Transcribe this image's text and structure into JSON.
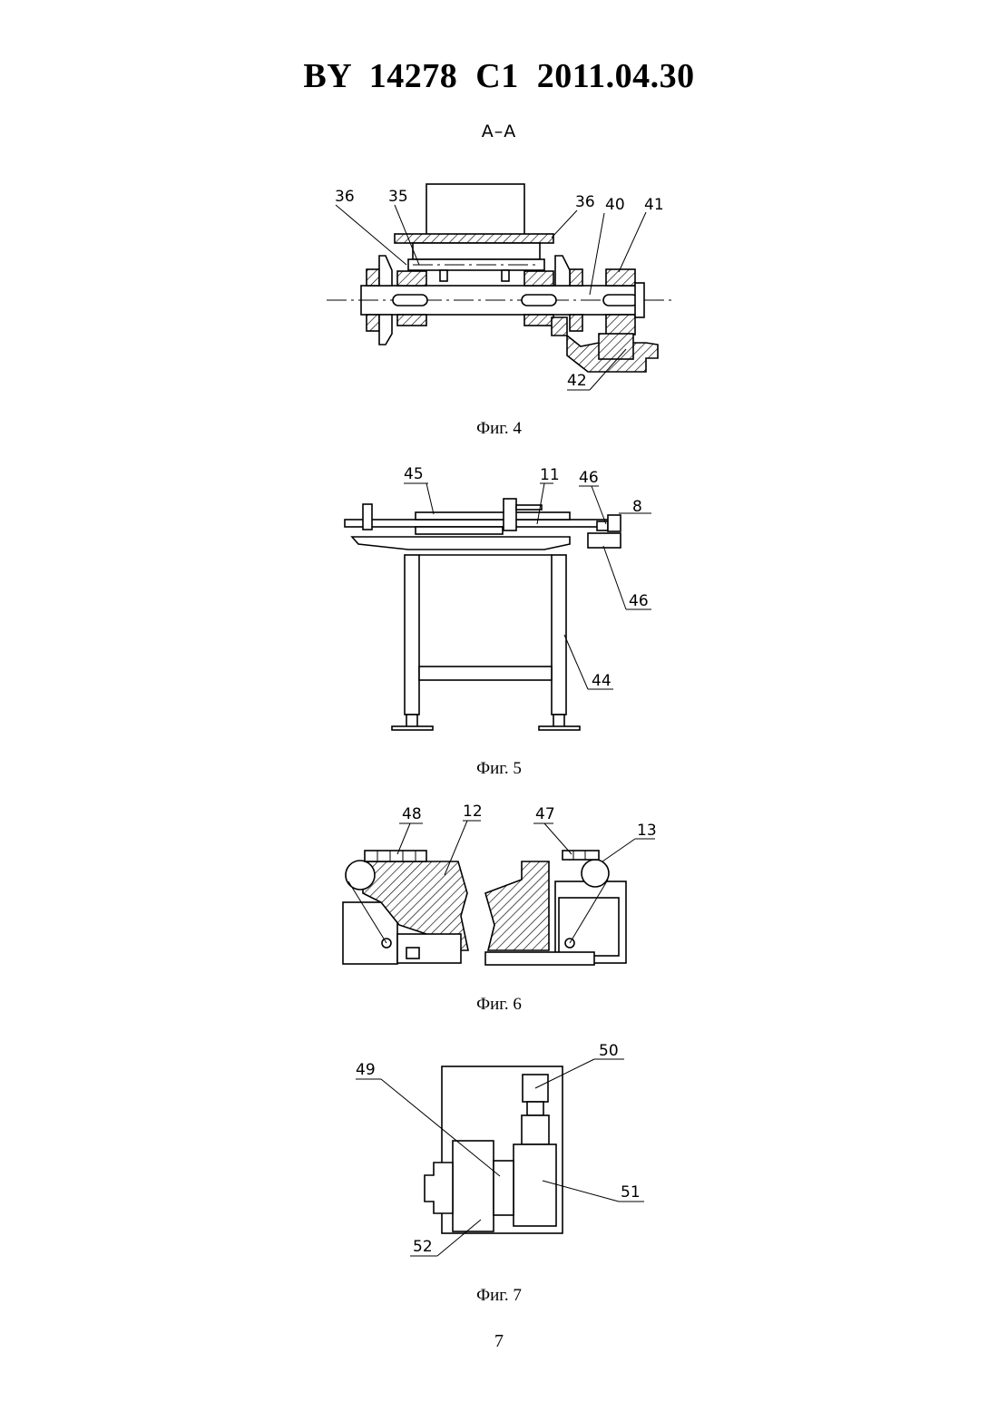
{
  "header": {
    "title": "BY  14278  C1  2011.04.30"
  },
  "section": {
    "label": "A–A"
  },
  "figures": [
    {
      "caption": "Фиг. 4",
      "labels": [
        "36",
        "35",
        "36",
        "40",
        "41",
        "42"
      ]
    },
    {
      "caption": "Фиг. 5",
      "labels": [
        "45",
        "11",
        "46",
        "8",
        "46",
        "44"
      ]
    },
    {
      "caption": "Фиг. 6",
      "labels": [
        "48",
        "12",
        "47",
        "13"
      ]
    },
    {
      "caption": "Фиг. 7",
      "labels": [
        "50",
        "49",
        "51",
        "52"
      ]
    }
  ],
  "page": {
    "number": "7"
  }
}
